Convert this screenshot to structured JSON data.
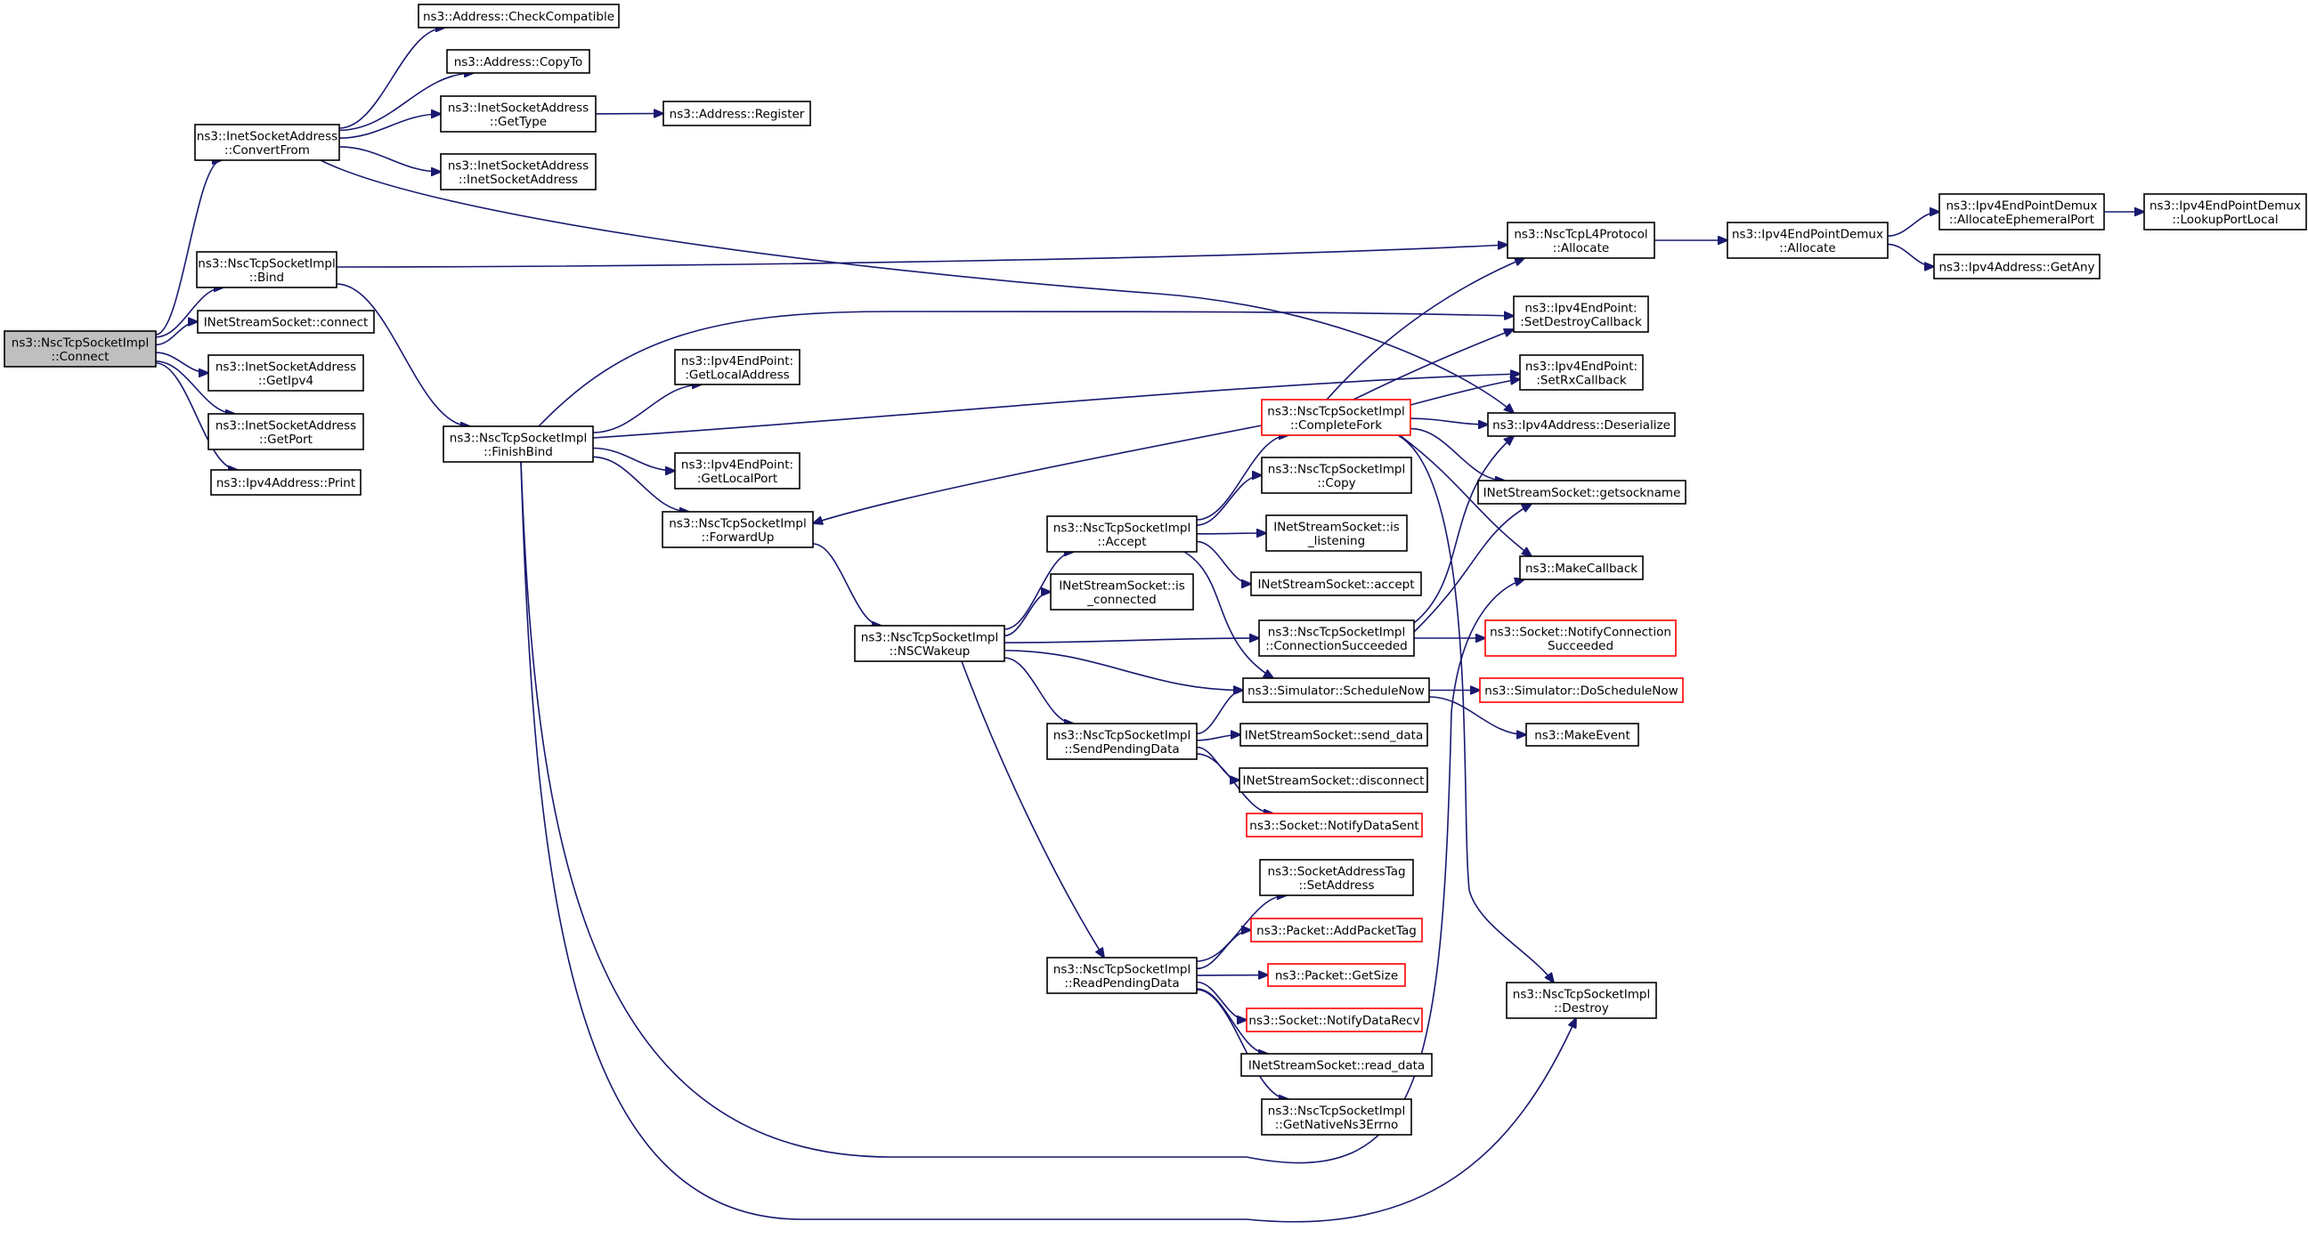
{
  "diagram": {
    "title": "Call graph for ns3::NscTcpSocketImpl::Connect",
    "edge_color": "#191970",
    "root_fill": "#bfbfbf",
    "truncated_border_color": "#ff0000",
    "nodes": [
      {
        "id": "connect_root",
        "lines": [
          "ns3::NscTcpSocketImpl",
          "::Connect"
        ],
        "style": "root"
      },
      {
        "id": "convertfrom",
        "lines": [
          "ns3::InetSocketAddress",
          "::ConvertFrom"
        ],
        "style": "normal"
      },
      {
        "id": "checkcompat",
        "lines": [
          "ns3::Address::CheckCompatible"
        ],
        "style": "normal"
      },
      {
        "id": "copyto",
        "lines": [
          "ns3::Address::CopyTo"
        ],
        "style": "normal"
      },
      {
        "id": "gettype",
        "lines": [
          "ns3::InetSocketAddress",
          "::GetType"
        ],
        "style": "normal"
      },
      {
        "id": "register",
        "lines": [
          "ns3::Address::Register"
        ],
        "style": "normal"
      },
      {
        "id": "inetsockaddr",
        "lines": [
          "ns3::InetSocketAddress",
          "::InetSocketAddress"
        ],
        "style": "normal"
      },
      {
        "id": "bind",
        "lines": [
          "ns3::NscTcpSocketImpl",
          "::Bind"
        ],
        "style": "normal"
      },
      {
        "id": "inet_connect",
        "lines": [
          "INetStreamSocket::connect"
        ],
        "style": "normal"
      },
      {
        "id": "getipv4",
        "lines": [
          "ns3::InetSocketAddress",
          "::GetIpv4"
        ],
        "style": "normal"
      },
      {
        "id": "getport",
        "lines": [
          "ns3::InetSocketAddress",
          "::GetPort"
        ],
        "style": "normal"
      },
      {
        "id": "print",
        "lines": [
          "ns3::Ipv4Address::Print"
        ],
        "style": "normal"
      },
      {
        "id": "finishbind",
        "lines": [
          "ns3::NscTcpSocketImpl",
          "::FinishBind"
        ],
        "style": "normal"
      },
      {
        "id": "getlocaladdr",
        "lines": [
          "ns3::Ipv4EndPoint:",
          ":GetLocalAddress"
        ],
        "style": "normal"
      },
      {
        "id": "getlocalport",
        "lines": [
          "ns3::Ipv4EndPoint:",
          ":GetLocalPort"
        ],
        "style": "normal"
      },
      {
        "id": "forwardup",
        "lines": [
          "ns3::NscTcpSocketImpl",
          "::ForwardUp"
        ],
        "style": "normal"
      },
      {
        "id": "nscwakeup",
        "lines": [
          "ns3::NscTcpSocketImpl",
          "::NSCWakeup"
        ],
        "style": "normal"
      },
      {
        "id": "accept_impl",
        "lines": [
          "ns3::NscTcpSocketImpl",
          "::Accept"
        ],
        "style": "normal"
      },
      {
        "id": "is_connected",
        "lines": [
          "INetStreamSocket::is",
          "_connected"
        ],
        "style": "normal"
      },
      {
        "id": "sendpending",
        "lines": [
          "ns3::NscTcpSocketImpl",
          "::SendPendingData"
        ],
        "style": "normal"
      },
      {
        "id": "readpending",
        "lines": [
          "ns3::NscTcpSocketImpl",
          "::ReadPendingData"
        ],
        "style": "normal"
      },
      {
        "id": "completefork",
        "lines": [
          "ns3::NscTcpSocketImpl",
          "::CompleteFork"
        ],
        "style": "red"
      },
      {
        "id": "copy",
        "lines": [
          "ns3::NscTcpSocketImpl",
          "::Copy"
        ],
        "style": "normal"
      },
      {
        "id": "is_listening",
        "lines": [
          "INetStreamSocket::is",
          "_listening"
        ],
        "style": "normal"
      },
      {
        "id": "inet_accept",
        "lines": [
          "INetStreamSocket::accept"
        ],
        "style": "normal"
      },
      {
        "id": "connsucceeded",
        "lines": [
          "ns3::NscTcpSocketImpl",
          "::ConnectionSucceeded"
        ],
        "style": "normal"
      },
      {
        "id": "schedulenow",
        "lines": [
          "ns3::Simulator::ScheduleNow"
        ],
        "style": "normal"
      },
      {
        "id": "send_data",
        "lines": [
          "INetStreamSocket::send_data"
        ],
        "style": "normal"
      },
      {
        "id": "disconnect",
        "lines": [
          "INetStreamSocket::disconnect"
        ],
        "style": "normal"
      },
      {
        "id": "notifydatasent",
        "lines": [
          "ns3::Socket::NotifyDataSent"
        ],
        "style": "red"
      },
      {
        "id": "setaddress",
        "lines": [
          "ns3::SocketAddressTag",
          "::SetAddress"
        ],
        "style": "normal"
      },
      {
        "id": "addpackettag",
        "lines": [
          "ns3::Packet::AddPacketTag"
        ],
        "style": "red"
      },
      {
        "id": "getsize",
        "lines": [
          "ns3::Packet::GetSize"
        ],
        "style": "red"
      },
      {
        "id": "notifydatarecv",
        "lines": [
          "ns3::Socket::NotifyDataRecv"
        ],
        "style": "red"
      },
      {
        "id": "read_data",
        "lines": [
          "INetStreamSocket::read_data"
        ],
        "style": "normal"
      },
      {
        "id": "getnativeerrno",
        "lines": [
          "ns3::NscTcpSocketImpl",
          "::GetNativeNs3Errno"
        ],
        "style": "normal"
      },
      {
        "id": "l4allocate",
        "lines": [
          "ns3::NscTcpL4Protocol",
          "::Allocate"
        ],
        "style": "normal"
      },
      {
        "id": "demuxallocate",
        "lines": [
          "ns3::Ipv4EndPointDemux",
          "::Allocate"
        ],
        "style": "normal"
      },
      {
        "id": "allocephemeral",
        "lines": [
          "ns3::Ipv4EndPointDemux",
          "::AllocateEphemeralPort"
        ],
        "style": "normal"
      },
      {
        "id": "lookupportlocal",
        "lines": [
          "ns3::Ipv4EndPointDemux",
          "::LookupPortLocal"
        ],
        "style": "normal"
      },
      {
        "id": "getany",
        "lines": [
          "ns3::Ipv4Address::GetAny"
        ],
        "style": "normal"
      },
      {
        "id": "setdestroycb",
        "lines": [
          "ns3::Ipv4EndPoint:",
          ":SetDestroyCallback"
        ],
        "style": "normal"
      },
      {
        "id": "setrxcb",
        "lines": [
          "ns3::Ipv4EndPoint:",
          ":SetRxCallback"
        ],
        "style": "normal"
      },
      {
        "id": "deserialize",
        "lines": [
          "ns3::Ipv4Address::Deserialize"
        ],
        "style": "normal"
      },
      {
        "id": "getsockname",
        "lines": [
          "INetStreamSocket::getsockname"
        ],
        "style": "normal"
      },
      {
        "id": "makecallback",
        "lines": [
          "ns3::MakeCallback"
        ],
        "style": "normal"
      },
      {
        "id": "notifyconnsucc",
        "lines": [
          "ns3::Socket::NotifyConnection",
          "Succeeded"
        ],
        "style": "red"
      },
      {
        "id": "doschedulenow",
        "lines": [
          "ns3::Simulator::DoScheduleNow"
        ],
        "style": "red"
      },
      {
        "id": "makeevent",
        "lines": [
          "ns3::MakeEvent"
        ],
        "style": "normal"
      },
      {
        "id": "destroy",
        "lines": [
          "ns3::NscTcpSocketImpl",
          "::Destroy"
        ],
        "style": "normal"
      }
    ],
    "edges": [
      [
        "connect_root",
        "convertfrom"
      ],
      [
        "connect_root",
        "bind"
      ],
      [
        "connect_root",
        "inet_connect"
      ],
      [
        "connect_root",
        "getipv4"
      ],
      [
        "connect_root",
        "getport"
      ],
      [
        "connect_root",
        "print"
      ],
      [
        "convertfrom",
        "checkcompat"
      ],
      [
        "convertfrom",
        "copyto"
      ],
      [
        "convertfrom",
        "gettype"
      ],
      [
        "convertfrom",
        "inetsockaddr"
      ],
      [
        "convertfrom",
        "deserialize"
      ],
      [
        "gettype",
        "register"
      ],
      [
        "bind",
        "l4allocate"
      ],
      [
        "bind",
        "finishbind"
      ],
      [
        "finishbind",
        "getlocaladdr"
      ],
      [
        "finishbind",
        "getlocalport"
      ],
      [
        "finishbind",
        "forwardup"
      ],
      [
        "finishbind",
        "setdestroycb"
      ],
      [
        "finishbind",
        "setrxcb"
      ],
      [
        "finishbind",
        "makecallback"
      ],
      [
        "finishbind",
        "destroy"
      ],
      [
        "forwardup",
        "nscwakeup"
      ],
      [
        "nscwakeup",
        "accept_impl"
      ],
      [
        "nscwakeup",
        "is_connected"
      ],
      [
        "nscwakeup",
        "connsucceeded"
      ],
      [
        "nscwakeup",
        "schedulenow"
      ],
      [
        "nscwakeup",
        "sendpending"
      ],
      [
        "nscwakeup",
        "readpending"
      ],
      [
        "accept_impl",
        "completefork"
      ],
      [
        "accept_impl",
        "copy"
      ],
      [
        "accept_impl",
        "is_listening"
      ],
      [
        "accept_impl",
        "inet_accept"
      ],
      [
        "accept_impl",
        "schedulenow"
      ],
      [
        "completefork",
        "forwardup"
      ],
      [
        "completefork",
        "l4allocate"
      ],
      [
        "completefork",
        "setdestroycb"
      ],
      [
        "completefork",
        "setrxcb"
      ],
      [
        "completefork",
        "deserialize"
      ],
      [
        "completefork",
        "getsockname"
      ],
      [
        "completefork",
        "makecallback"
      ],
      [
        "completefork",
        "destroy"
      ],
      [
        "connsucceeded",
        "deserialize"
      ],
      [
        "connsucceeded",
        "getsockname"
      ],
      [
        "connsucceeded",
        "notifyconnsucc"
      ],
      [
        "schedulenow",
        "doschedulenow"
      ],
      [
        "schedulenow",
        "makeevent"
      ],
      [
        "sendpending",
        "schedulenow"
      ],
      [
        "sendpending",
        "send_data"
      ],
      [
        "sendpending",
        "disconnect"
      ],
      [
        "sendpending",
        "notifydatasent"
      ],
      [
        "readpending",
        "setaddress"
      ],
      [
        "readpending",
        "addpackettag"
      ],
      [
        "readpending",
        "getsize"
      ],
      [
        "readpending",
        "notifydatarecv"
      ],
      [
        "readpending",
        "read_data"
      ],
      [
        "readpending",
        "getnativeerrno"
      ],
      [
        "l4allocate",
        "demuxallocate"
      ],
      [
        "demuxallocate",
        "allocephemeral"
      ],
      [
        "demuxallocate",
        "getany"
      ],
      [
        "allocephemeral",
        "lookupportlocal"
      ]
    ]
  }
}
